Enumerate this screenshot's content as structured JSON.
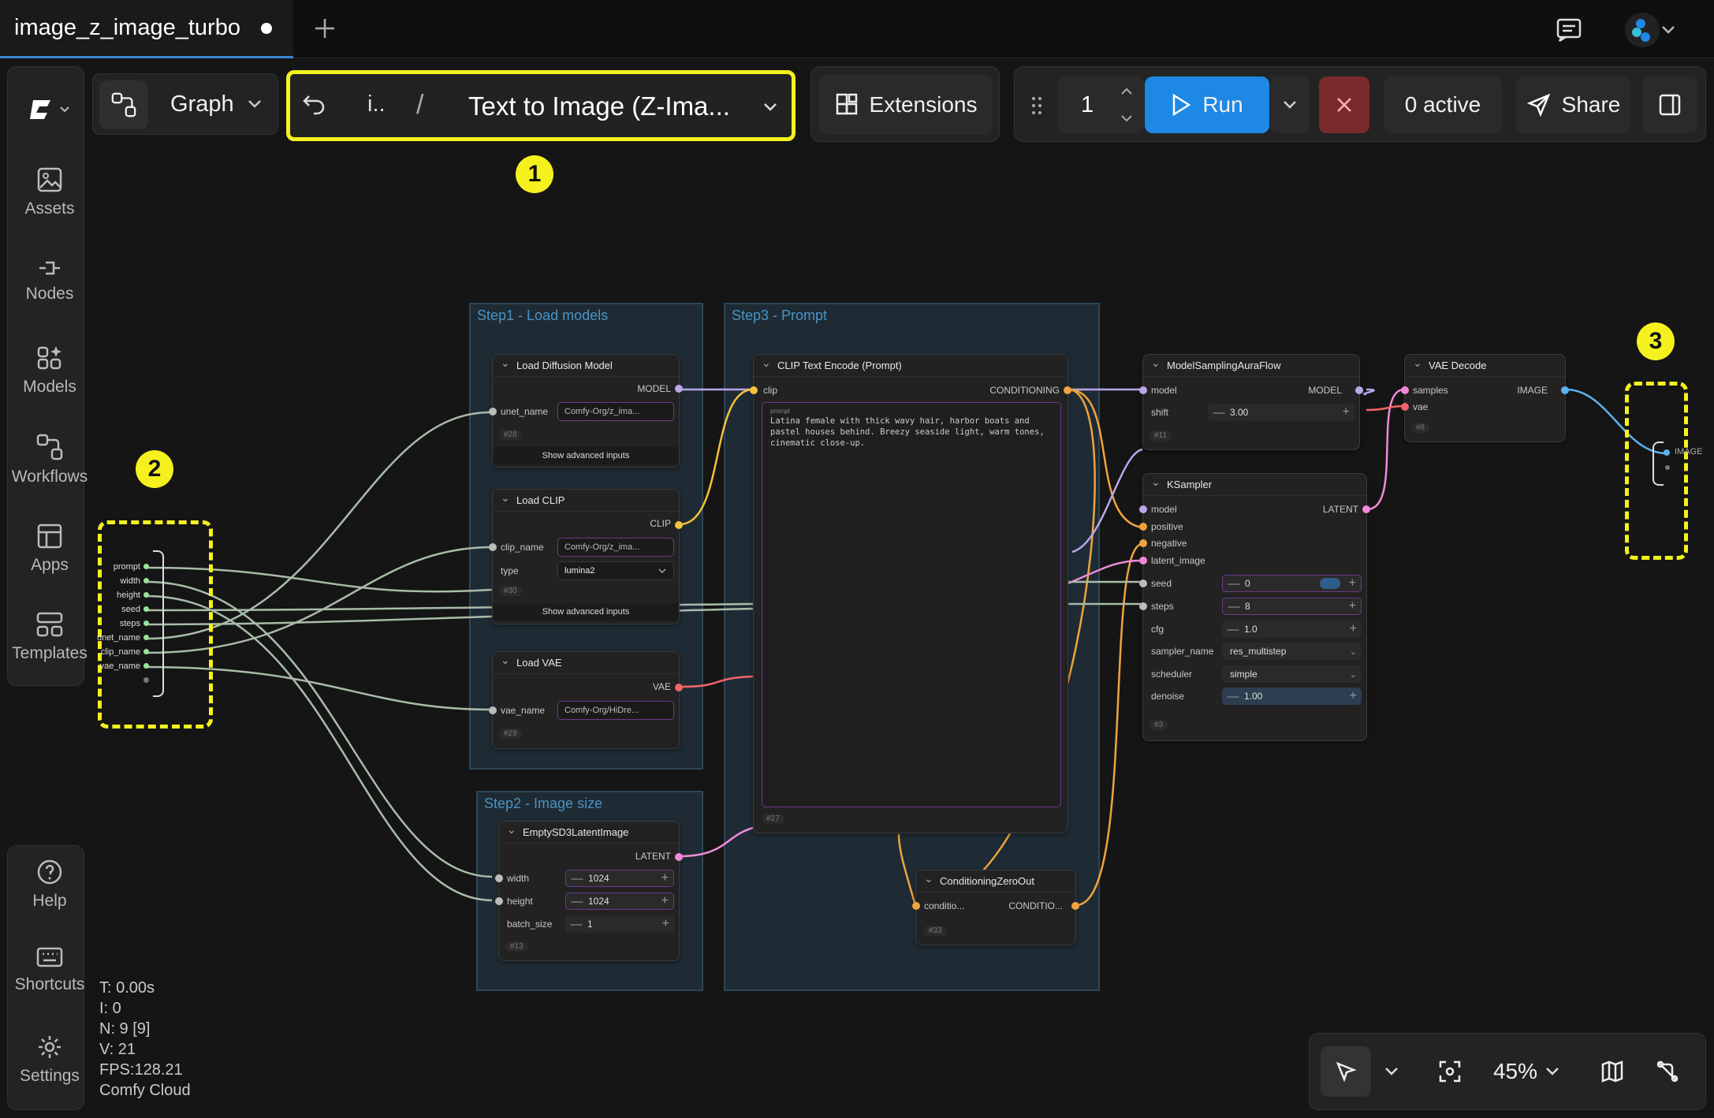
{
  "tab": {
    "title": "image_z_image_turbo",
    "modified_dot": "●"
  },
  "sidebar": {
    "items": [
      {
        "label": "Assets"
      },
      {
        "label": "Nodes"
      },
      {
        "label": "Models"
      },
      {
        "label": "Workflows"
      },
      {
        "label": "Apps"
      },
      {
        "label": "Templates"
      }
    ],
    "bottom": [
      {
        "label": "Help"
      },
      {
        "label": "Shortcuts"
      },
      {
        "label": "Settings"
      }
    ]
  },
  "toolbar": {
    "graph_label": "Graph",
    "breadcrumb_short": "i..",
    "breadcrumb_sep": "/",
    "workflow_name": "Text to Image (Z-Ima...",
    "extensions_label": "Extensions",
    "queue_count": "1",
    "run_label": "Run",
    "active_label": "0 active",
    "share_label": "Share"
  },
  "groups": {
    "step1": "Step1 - Load models",
    "step2": "Step2 - Image size",
    "step3": "Step3 - Prompt"
  },
  "nodes": {
    "load_diffusion": {
      "title": "Load Diffusion Model",
      "out": "MODEL",
      "in1": "unet_name",
      "val1": "Comfy-Org/z_ima...",
      "id": "#28",
      "adv": "Show advanced inputs"
    },
    "load_clip": {
      "title": "Load CLIP",
      "out": "CLIP",
      "in1": "clip_name",
      "val1": "Comfy-Org/z_ima...",
      "in2": "type",
      "val2": "lumina2",
      "id": "#30",
      "adv": "Show advanced inputs"
    },
    "load_vae": {
      "title": "Load VAE",
      "out": "VAE",
      "in1": "vae_name",
      "val1": "Comfy-Org/HiDre...",
      "id": "#29"
    },
    "empty_latent": {
      "title": "EmptySD3LatentImage",
      "out": "LATENT",
      "w_label": "width",
      "w": "1024",
      "h_label": "height",
      "h": "1024",
      "b_label": "batch_size",
      "b": "1",
      "id": "#13"
    },
    "clip_text": {
      "title": "CLIP Text Encode (Prompt)",
      "in": "clip",
      "out": "CONDITIONING",
      "prompt_label": "prompt",
      "prompt": "Latina female with thick wavy hair, harbor boats and pastel houses behind. Breezy seaside light, warm tones, cinematic close-up.",
      "id": "#27"
    },
    "cond_zero": {
      "title": "ConditioningZeroOut",
      "in": "conditio...",
      "out": "CONDITIO...",
      "id": "#33"
    },
    "model_sampling": {
      "title": "ModelSamplingAuraFlow",
      "in": "model",
      "out": "MODEL",
      "shift_label": "shift",
      "shift": "3.00",
      "id": "#11"
    },
    "ksampler": {
      "title": "KSampler",
      "out": "LATENT",
      "inputs": [
        "model",
        "positive",
        "negative",
        "latent_image"
      ],
      "seed_label": "seed",
      "seed": "0",
      "steps_label": "steps",
      "steps": "8",
      "cfg_label": "cfg",
      "cfg": "1.0",
      "sampler_label": "sampler_name",
      "sampler": "res_multistep",
      "sched_label": "scheduler",
      "sched": "simple",
      "denoise_label": "denoise",
      "denoise": "1.00",
      "id": "#3"
    },
    "vae_decode": {
      "title": "VAE Decode",
      "in1": "samples",
      "in2": "vae",
      "out": "IMAGE",
      "id": "#8"
    }
  },
  "subgraph_inputs": [
    "prompt",
    "width",
    "height",
    "seed",
    "steps",
    "unet_name",
    "clip_name",
    "vae_name"
  ],
  "subgraph_output": "IMAGE",
  "callouts": [
    "1",
    "2",
    "3"
  ],
  "stats": [
    "T: 0.00s",
    "I: 0",
    "N: 9 [9]",
    "V: 21",
    "FPS:128.21",
    "Comfy Cloud"
  ],
  "zoom": "45%",
  "colors": {
    "accent": "#1e88e5",
    "callout": "#f4f11e",
    "clip": "#f5c13a",
    "model": "#b9a7e8",
    "cond": "#f0a33c",
    "vae": "#f3646a",
    "latent": "#f08ad8",
    "image": "#5fb1ee",
    "wire": "#a8bca8"
  }
}
